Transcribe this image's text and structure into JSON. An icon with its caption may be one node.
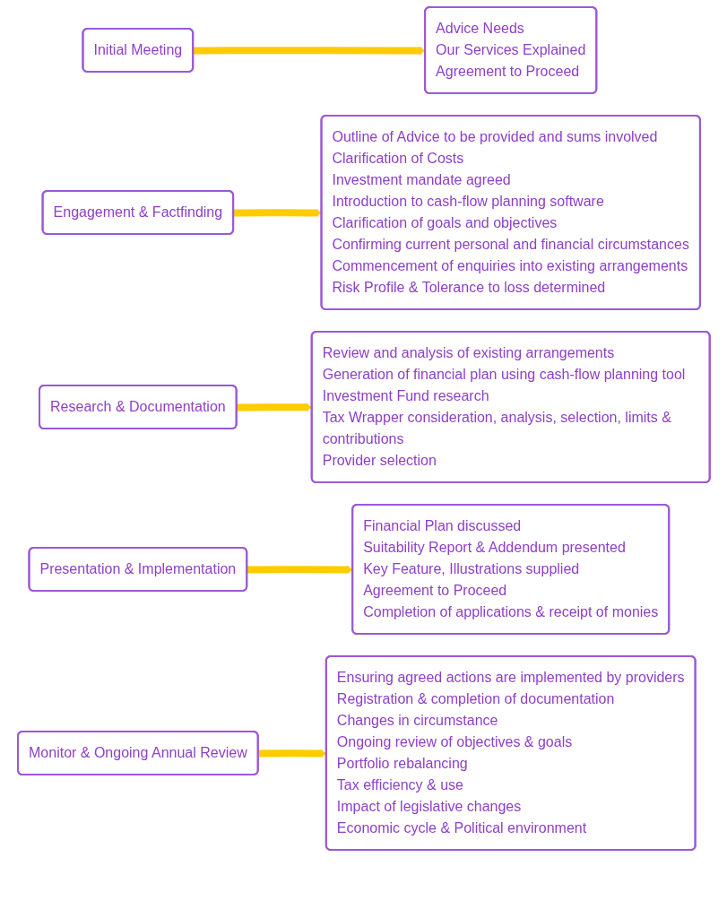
{
  "diagram": {
    "nodes": [
      {
        "text": [
          "Initial Meeting"
        ]
      },
      {
        "text": [
          "Advice Needs",
          "Our Services Explained",
          "Agreement to Proceed"
        ]
      },
      {
        "text": [
          "Engagement & Factfinding"
        ]
      },
      {
        "text": [
          "Outline of Advice to be provided and sums involved",
          "Clarification of Costs",
          "Investment mandate agreed",
          "Introduction to cash-flow planning software",
          "Clarification of goals and objectives",
          "Confirming current personal and financial circumstances",
          "Commencement of enquiries into existing arrangements",
          "Risk Profile & Tolerance to loss determined"
        ]
      },
      {
        "text": [
          "Research & Documentation"
        ]
      },
      {
        "text": [
          "Review and analysis of existing arrangements",
          "Generation of financial plan using cash-flow planning tool",
          "Investment Fund research",
          "Tax Wrapper consideration, analysis, selection, limits & contributions",
          "Provider selection"
        ]
      },
      {
        "text": [
          "Presentation & Implementation"
        ]
      },
      {
        "text": [
          "Financial Plan discussed",
          "Suitability Report & Addendum presented",
          "Key Feature, Illustrations supplied",
          "Agreement to Proceed",
          "Completion of applications & receipt of monies"
        ]
      },
      {
        "text": [
          "Monitor & Ongoing Annual Review"
        ]
      },
      {
        "text": [
          "Ensuring agreed actions are implemented by providers",
          "Registration & completion of documentation",
          "Changes in circumstance",
          "Ongoing review of objectives & goals",
          "Portfolio rebalancing",
          "Tax efficiency & use",
          "Impact of legislative changes",
          "Economic cycle & Political environment"
        ]
      }
    ],
    "edges": [
      {
        "from": 0,
        "to": 1,
        "arrow": "to"
      },
      {
        "from": 2,
        "to": 3,
        "arrow": "to"
      },
      {
        "from": 4,
        "to": 5,
        "arrow": "to"
      },
      {
        "from": 6,
        "to": 7,
        "arrow": "to"
      },
      {
        "from": 8,
        "to": 9,
        "arrow": "to"
      }
    ]
  }
}
